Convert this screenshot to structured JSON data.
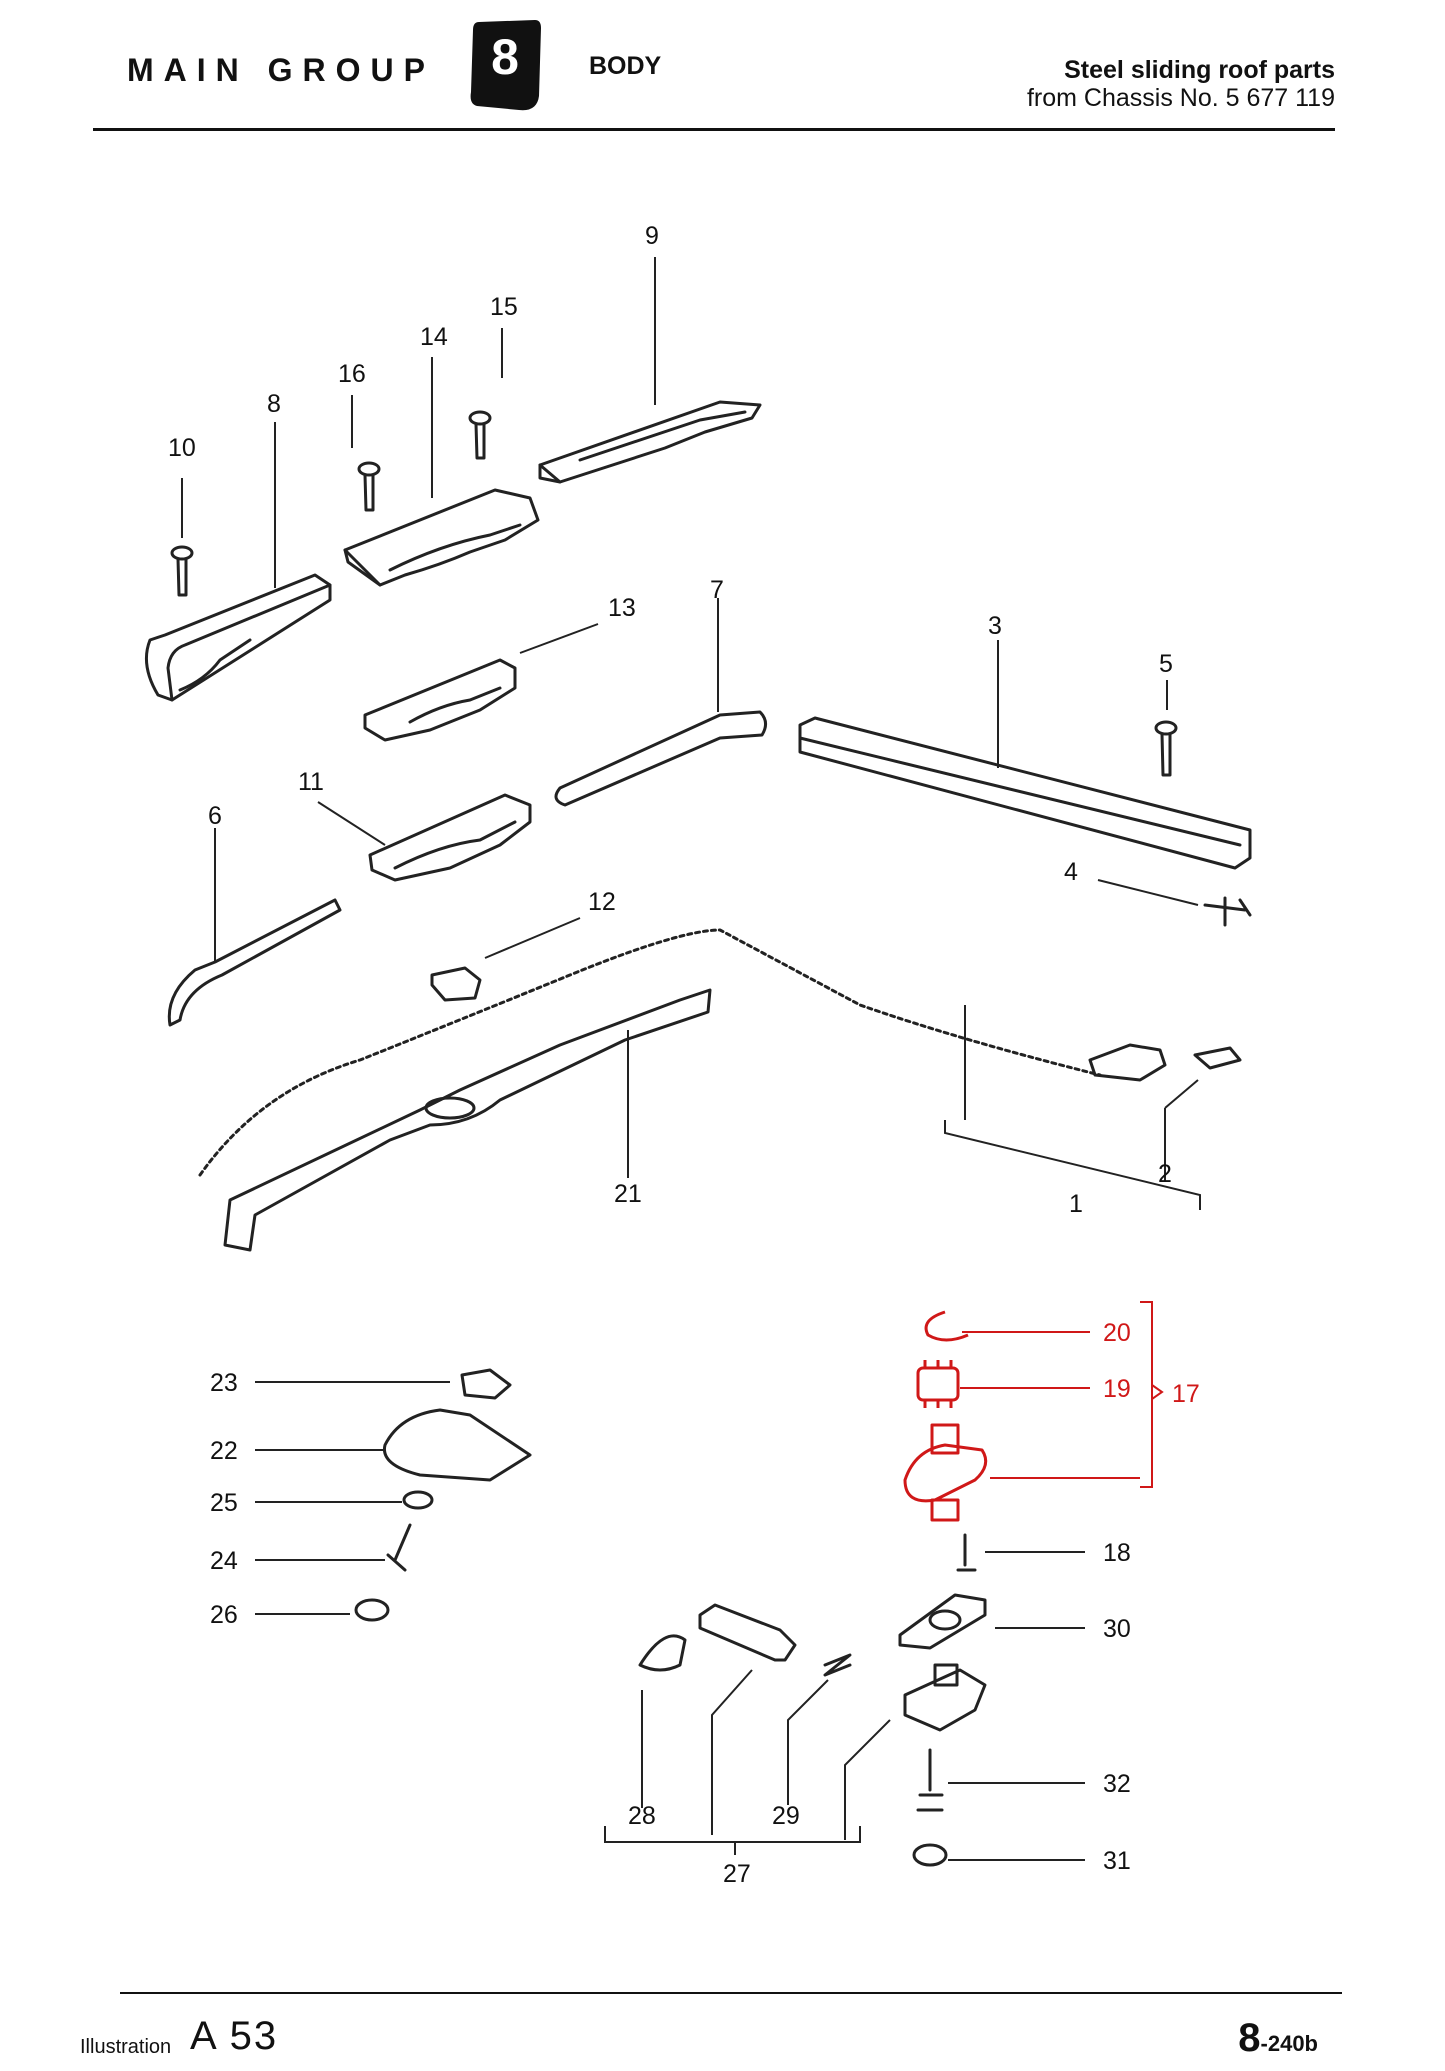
{
  "header": {
    "main_group": "MAIN GROUP",
    "group_number": "8",
    "section": "BODY",
    "title_line1": "Steel sliding roof parts",
    "title_line2": "from Chassis No. 5 677 119"
  },
  "footer": {
    "illustration_word": "Illustration",
    "illustration_code": "A 53",
    "page_number": "8",
    "page_suffix": "-240b"
  },
  "callouts": {
    "c1": "1",
    "c2": "2",
    "c3": "3",
    "c4": "4",
    "c5": "5",
    "c6": "6",
    "c7": "7",
    "c8": "8",
    "c9": "9",
    "c10": "10",
    "c11": "11",
    "c12": "12",
    "c13": "13",
    "c14": "14",
    "c15": "15",
    "c16": "16",
    "c17": "17",
    "c18": "18",
    "c19": "19",
    "c20": "20",
    "c21": "21",
    "c22": "22",
    "c23": "23",
    "c24": "24",
    "c25": "25",
    "c26": "26",
    "c27": "27",
    "c28": "28",
    "c29": "29",
    "c30": "30",
    "c31": "31",
    "c32": "32"
  },
  "colors": {
    "ink": "#111111",
    "highlight": "#d01818"
  }
}
